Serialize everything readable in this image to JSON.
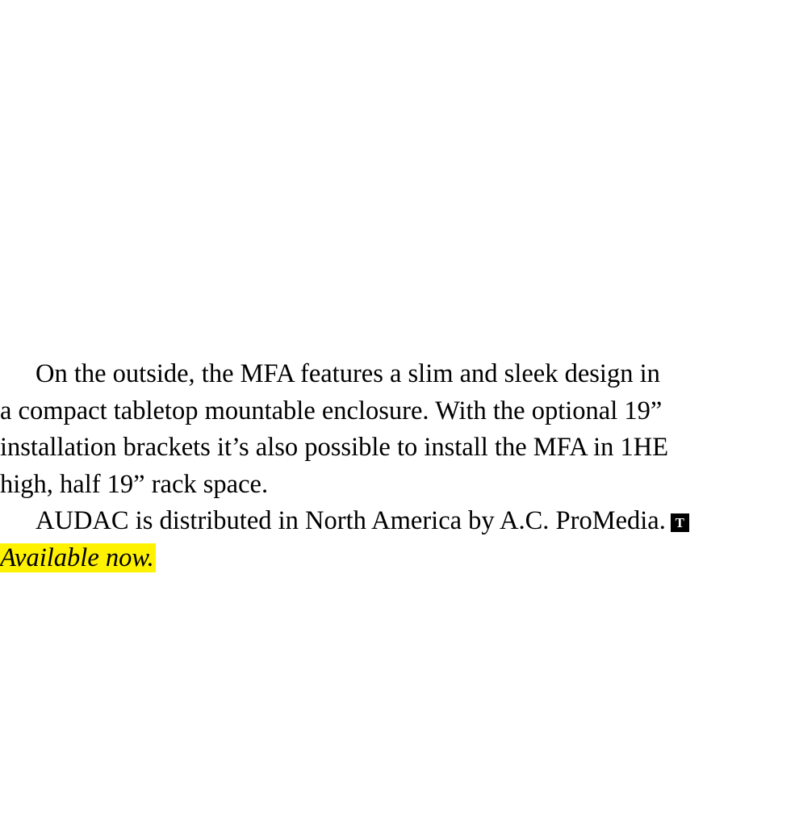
{
  "article": {
    "paragraph1_lines": [
      "On the outside, the MFA features a slim and sleek design in",
      "a compact tabletop mountable enclosure. With the optional 19”",
      "installation brackets it’s also possible to install the MFA in 1HE",
      "high, half 19” rack space."
    ],
    "paragraph2": "AUDAC is distributed in North America by A.C. ProMedia.",
    "end_mark": "T",
    "availability": "Available now."
  }
}
